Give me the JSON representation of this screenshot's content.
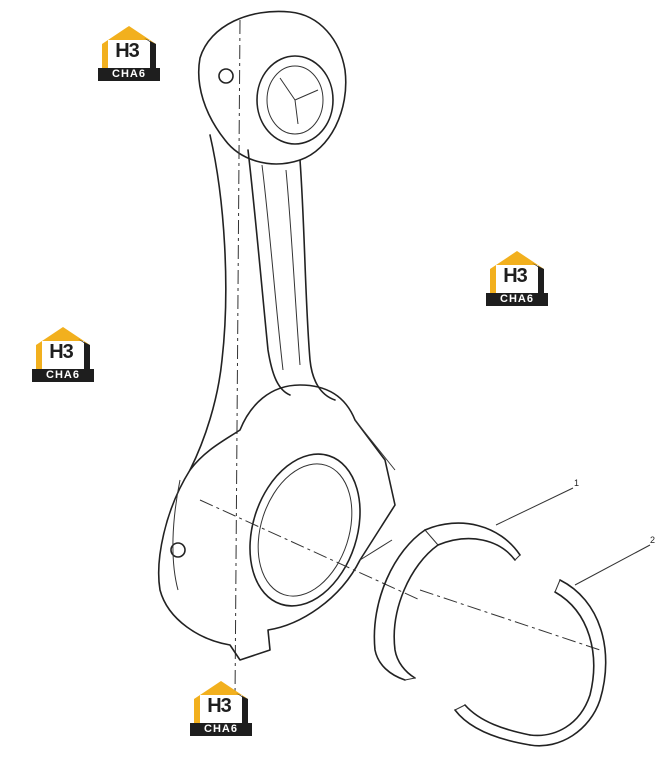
{
  "callouts": [
    {
      "id": "1",
      "label": "1"
    },
    {
      "id": "2",
      "label": "2"
    }
  ],
  "watermark": {
    "brand": "H3",
    "subtitle": "CHA6",
    "accent_color": "#f2b01e",
    "dark_color": "#1e1e1e"
  }
}
